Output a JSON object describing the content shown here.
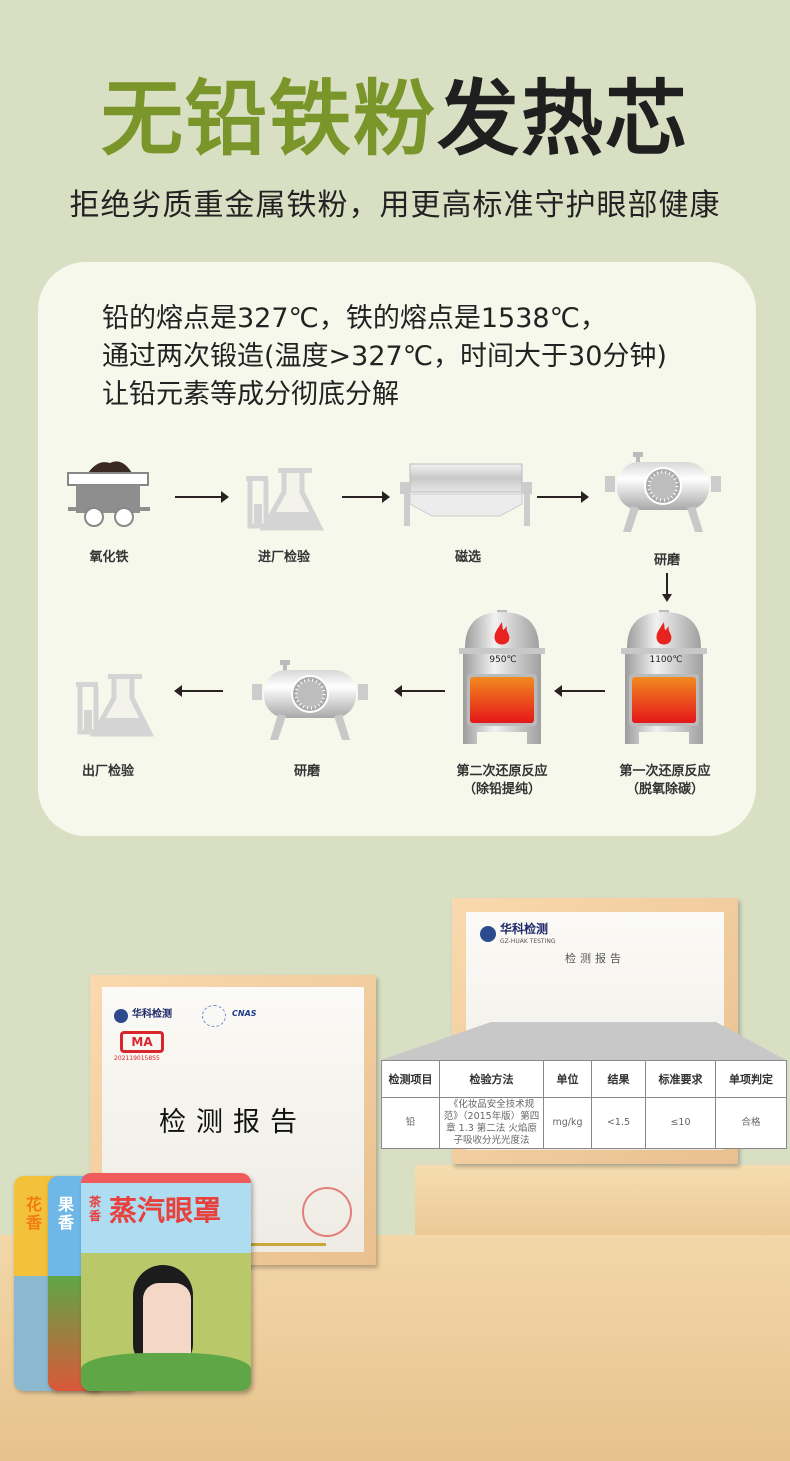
{
  "header": {
    "title_green": "无铅铁粉",
    "title_dark": "发热芯",
    "subtitle": "拒绝劣质重金属铁粉，用更高标准守护眼部健康"
  },
  "colors": {
    "title_green": "#7a962a",
    "background": "#d9dfc3",
    "panel": "#f7f8ec",
    "flame": "#e8231f",
    "furnace_hot": "#f07f1c"
  },
  "process": {
    "intro_lines": [
      "铅的熔点是327℃，铁的熔点是1538℃，",
      "通过两次锻造(温度>327℃，时间大于30分钟)",
      "让铅元素等成分彻底分解"
    ],
    "steps": [
      {
        "label": "氧化铁",
        "icon": "mine-cart-icon"
      },
      {
        "label": "进厂检验",
        "icon": "lab-flask-icon"
      },
      {
        "label": "磁选",
        "icon": "magnetic-separator-icon"
      },
      {
        "label": "研磨",
        "icon": "grinding-tank-icon"
      },
      {
        "label": "第一次还原反应",
        "sub": "（脱氧除碳）",
        "temp": "1100℃",
        "icon": "furnace-icon"
      },
      {
        "label": "第二次还原反应",
        "sub": "（除铅提纯）",
        "temp": "950℃",
        "icon": "furnace-icon"
      },
      {
        "label": "研磨",
        "icon": "grinding-tank-icon"
      },
      {
        "label": "出厂检验",
        "icon": "lab-flask-icon"
      }
    ]
  },
  "certificates": {
    "left": {
      "brand": "华科检测",
      "cert_code": "2021190158S5",
      "title": "检测报告",
      "logos": [
        "ilac-MRA",
        "CNAS",
        "MA"
      ]
    },
    "right": {
      "brand": "华科检测",
      "brand_en": "GZ-HUAK TESTING",
      "title": "检测报告"
    },
    "zoom_table": {
      "headers": [
        "检测项目",
        "检验方法",
        "单位",
        "结果",
        "标准要求",
        "单项判定"
      ],
      "row": [
        "铅",
        "《化妆品安全技术规范》（2015年版）第四章 1.3 第二法 火焰原子吸收分光光度法",
        "mg/kg",
        "<1.5",
        "≤10",
        "合格"
      ]
    }
  },
  "products": {
    "front_name": "蒸汽眼罩",
    "front_scent": "茶香",
    "middle_scent": "果香",
    "back_scent": "花香"
  }
}
